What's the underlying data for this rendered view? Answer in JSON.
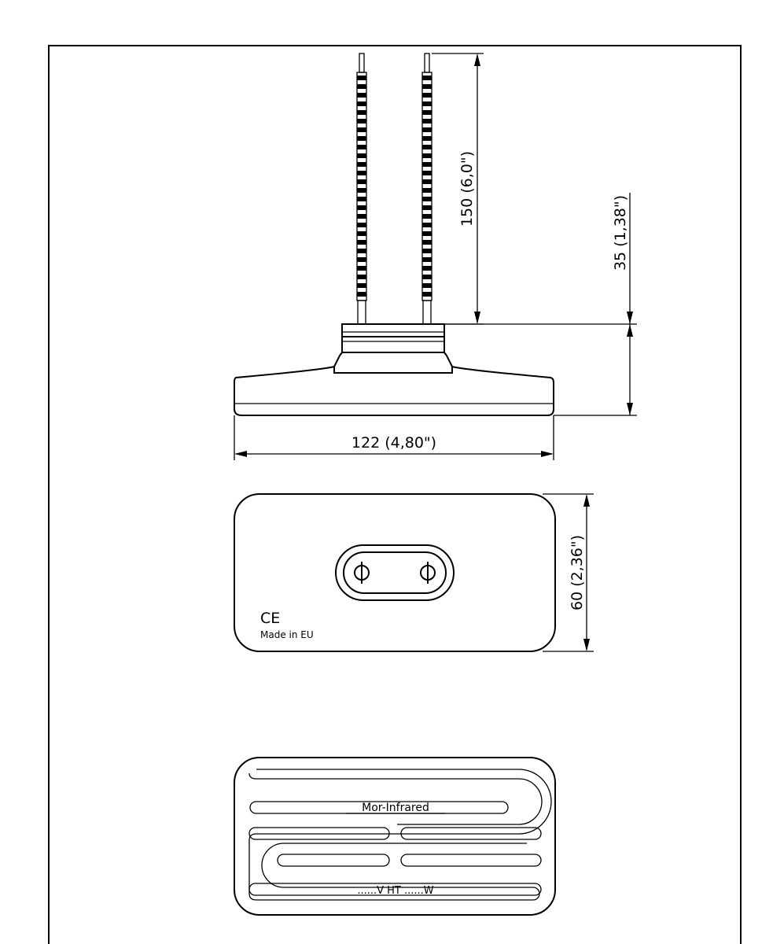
{
  "dimensions": {
    "lead_length": "150 (6,0\")",
    "height": "35 (1,38\")",
    "width": "122 (4,80\")",
    "depth": "60 (2,36\")"
  },
  "markings": {
    "ce": "CE",
    "origin": "Made in EU"
  },
  "face": {
    "brand": "Mor-Infrared",
    "rating": "......V HT ......W"
  },
  "colors": {
    "line": "#000000",
    "background": "#ffffff"
  }
}
